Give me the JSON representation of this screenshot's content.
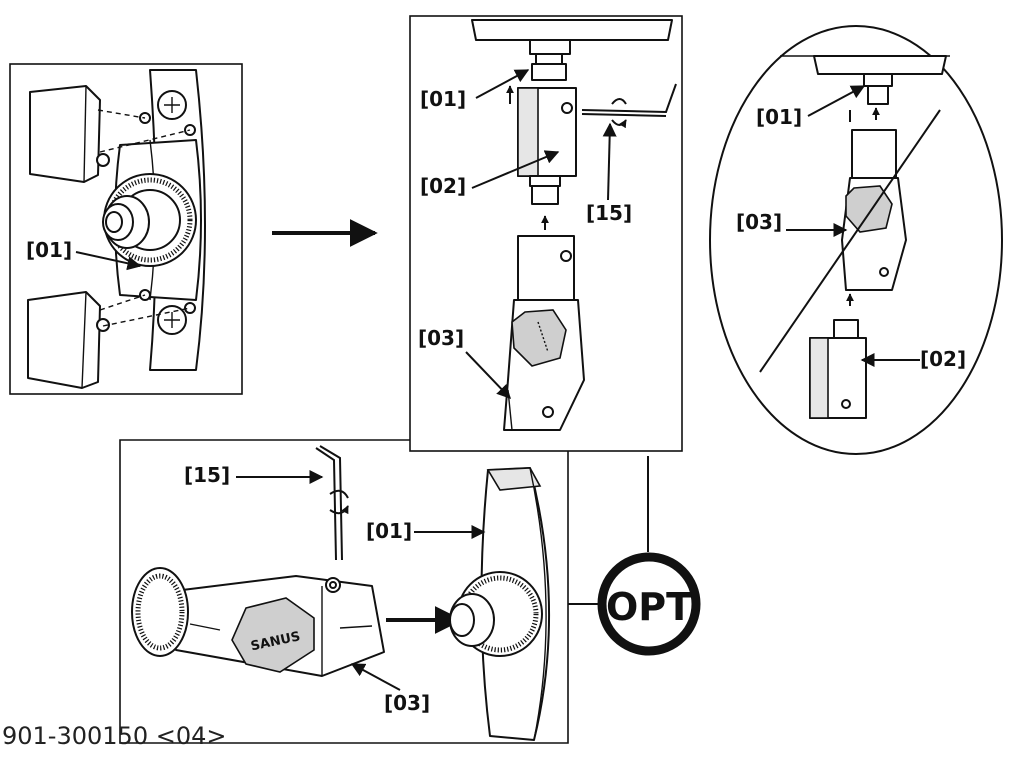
{
  "labels": {
    "part_01": "[01]",
    "part_02": "[02]",
    "part_03": "[03]",
    "part_15": "[15]"
  },
  "badge": {
    "text": "OPT"
  },
  "brand": {
    "logo": "SANUS"
  },
  "footer": {
    "doc_code": "901-300150 <04>"
  },
  "colors": {
    "ink": "#111111",
    "paper": "#ffffff",
    "shade": "#e6e6e6"
  },
  "icons": [
    "arrow-right-icon",
    "rotate-arrows-icon",
    "hex-key-icon",
    "prohibited-slash-icon"
  ]
}
